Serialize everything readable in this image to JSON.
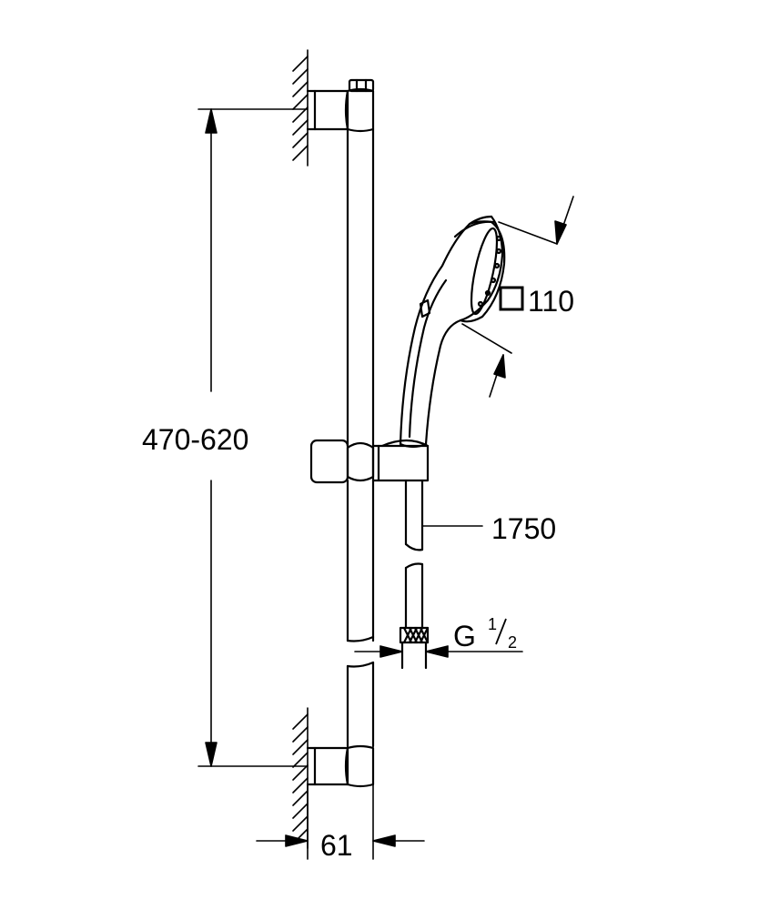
{
  "dimensions": {
    "rail_range": "470-620",
    "head_size_prefix": "□",
    "head_size": "110",
    "hose_length": "1750",
    "connection_letter": "G",
    "connection_num": "1",
    "connection_den": "2",
    "wall_distance": "61"
  }
}
